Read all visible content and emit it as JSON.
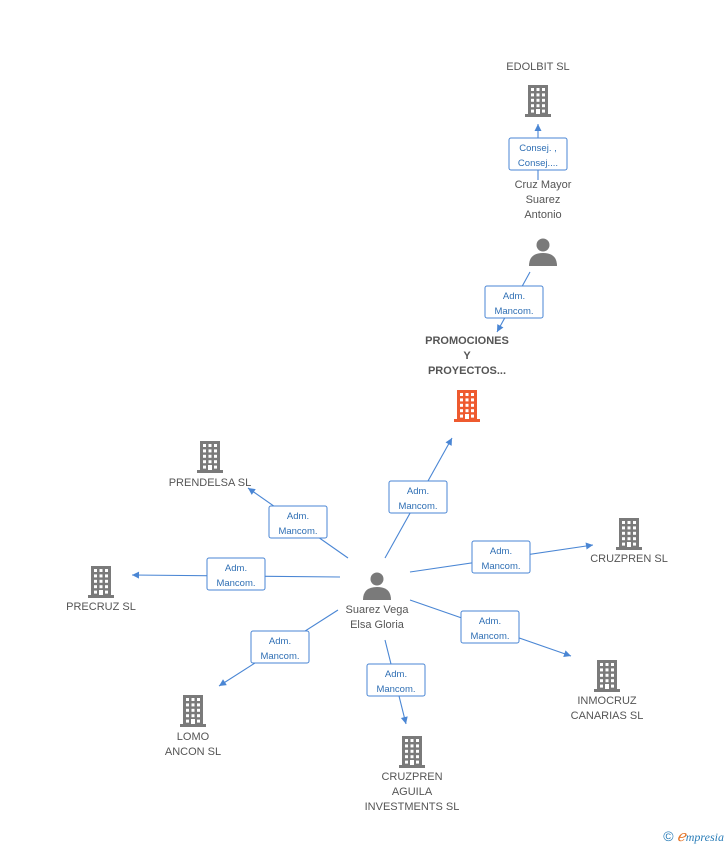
{
  "colors": {
    "node": "#7a7a7a",
    "focus": "#ee5a2f",
    "edge": "#4a86d4"
  },
  "nodes": [
    {
      "id": "edolbit",
      "type": "company",
      "lines": [
        "EDOLBIT SL"
      ]
    },
    {
      "id": "cruz_mayor",
      "type": "person",
      "lines": [
        "Cruz Mayor",
        "Suarez",
        "Antonio"
      ]
    },
    {
      "id": "promociones",
      "type": "company",
      "focus": true,
      "lines": [
        "PROMOCIONES",
        "Y",
        "PROYECTOS..."
      ]
    },
    {
      "id": "prendelsa",
      "type": "company",
      "lines": [
        "PRENDELSA SL"
      ]
    },
    {
      "id": "precruz",
      "type": "company",
      "lines": [
        "PRECRUZ SL"
      ]
    },
    {
      "id": "suarez_vega",
      "type": "person",
      "lines": [
        "Suarez Vega",
        "Elsa Gloria"
      ]
    },
    {
      "id": "cruzpren",
      "type": "company",
      "lines": [
        "CRUZPREN SL"
      ]
    },
    {
      "id": "inmocruz",
      "type": "company",
      "lines": [
        "INMOCRUZ",
        "CANARIAS SL"
      ]
    },
    {
      "id": "lomo",
      "type": "company",
      "lines": [
        "LOMO",
        "ANCON SL"
      ]
    },
    {
      "id": "cruzpren_aguila",
      "type": "company",
      "lines": [
        "CRUZPREN",
        "AGUILA",
        "INVESTMENTS SL"
      ]
    }
  ],
  "edges": [
    {
      "from": "cruz_mayor",
      "to": "edolbit",
      "label": [
        "Consej. ,",
        "Consej...."
      ]
    },
    {
      "from": "cruz_mayor",
      "to": "promociones",
      "label": [
        "Adm.",
        "Mancom."
      ]
    },
    {
      "from": "suarez_vega",
      "to": "promociones",
      "label": [
        "Adm.",
        "Mancom."
      ]
    },
    {
      "from": "suarez_vega",
      "to": "prendelsa",
      "label": [
        "Adm.",
        "Mancom."
      ]
    },
    {
      "from": "suarez_vega",
      "to": "precruz",
      "label": [
        "Adm.",
        "Mancom."
      ]
    },
    {
      "from": "suarez_vega",
      "to": "cruzpren",
      "label": [
        "Adm.",
        "Mancom."
      ]
    },
    {
      "from": "suarez_vega",
      "to": "inmocruz",
      "label": [
        "Adm.",
        "Mancom."
      ]
    },
    {
      "from": "suarez_vega",
      "to": "lomo",
      "label": [
        "Adm.",
        "Mancom."
      ]
    },
    {
      "from": "suarez_vega",
      "to": "cruzpren_aguila",
      "label": [
        "Adm.",
        "Mancom."
      ]
    }
  ],
  "footer": {
    "copyright_symbol": "©",
    "brand_first": "ℯ",
    "brand_rest": "mpresia"
  }
}
